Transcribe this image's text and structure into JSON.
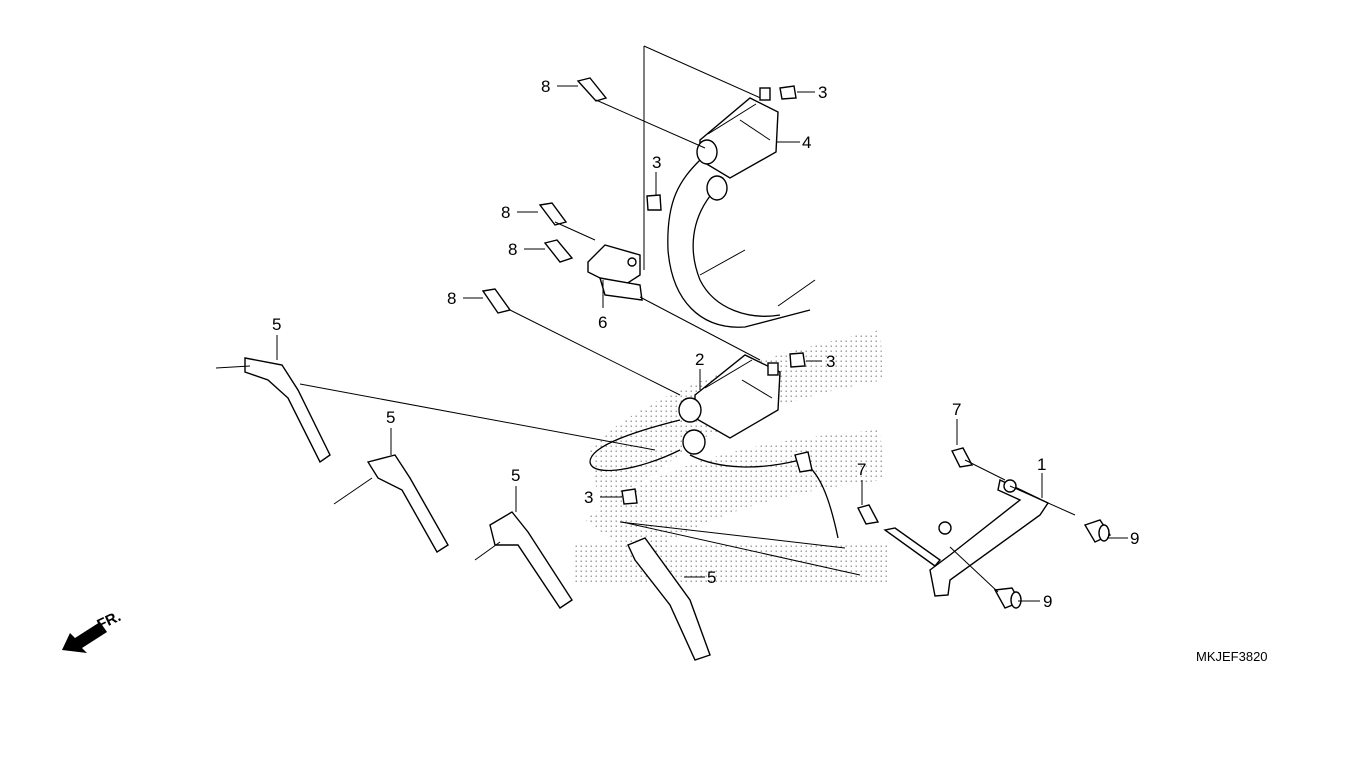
{
  "diagram": {
    "drawing_code": "MKJEF3820",
    "direction_label": "FR.",
    "callouts": [
      {
        "id": "c8a",
        "text": "8"
      },
      {
        "id": "c3a",
        "text": "3"
      },
      {
        "id": "c4",
        "text": "4"
      },
      {
        "id": "c3b",
        "text": "3"
      },
      {
        "id": "c8b",
        "text": "8"
      },
      {
        "id": "c8c",
        "text": "8"
      },
      {
        "id": "c6",
        "text": "6"
      },
      {
        "id": "c8d",
        "text": "8"
      },
      {
        "id": "c5a",
        "text": "5"
      },
      {
        "id": "c2",
        "text": "2"
      },
      {
        "id": "c3c",
        "text": "3"
      },
      {
        "id": "c5b",
        "text": "5"
      },
      {
        "id": "c7a",
        "text": "7"
      },
      {
        "id": "c1",
        "text": "1"
      },
      {
        "id": "c5c",
        "text": "5"
      },
      {
        "id": "c7b",
        "text": "7"
      },
      {
        "id": "c3d",
        "text": "3"
      },
      {
        "id": "c9a",
        "text": "9"
      },
      {
        "id": "c5d",
        "text": "5"
      },
      {
        "id": "c9b",
        "text": "9"
      }
    ]
  }
}
